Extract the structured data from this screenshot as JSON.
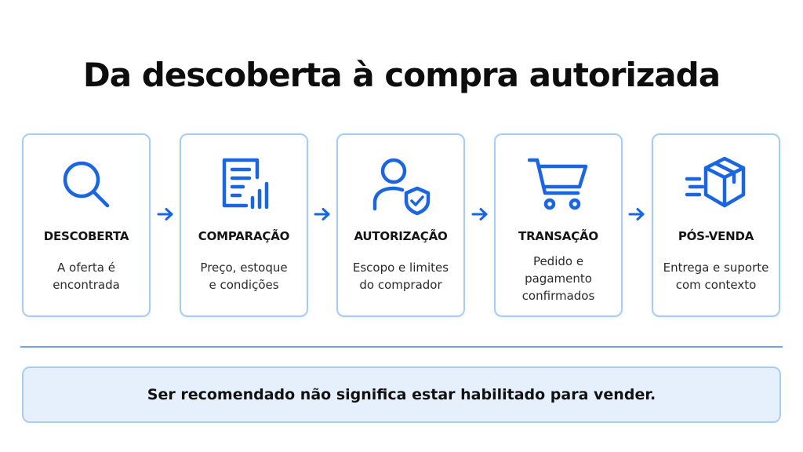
{
  "title": "Da descoberta à compra autorizada",
  "colors": {
    "accent": "#1a66e0",
    "card_border": "#a9cdf2",
    "banner_background": "#e5f0fc",
    "divider": "#6fa4e8"
  },
  "steps": [
    {
      "icon": "search-icon",
      "label": "DESCOBERTA",
      "description_lines": [
        "A oferta é",
        "encontrada"
      ]
    },
    {
      "icon": "document-chart-icon",
      "label": "COMPARAÇÃO",
      "description_lines": [
        "Preço, estoque",
        "e condições"
      ]
    },
    {
      "icon": "user-shield-icon",
      "label": "AUTORIZAÇÃO",
      "description_lines": [
        "Escopo e limites",
        "do comprador"
      ]
    },
    {
      "icon": "shopping-cart-icon",
      "label": "TRANSAÇÃO",
      "description_lines": [
        "Pedido e",
        "pagamento",
        "confirmados"
      ]
    },
    {
      "icon": "moving-package-icon",
      "label": "PÓS-VENDA",
      "description_lines": [
        "Entrega e suporte",
        "com contexto"
      ]
    }
  ],
  "connector_icon": "arrow-right-icon",
  "banner": {
    "text": "Ser recomendado não significa estar habilitado para vender."
  }
}
